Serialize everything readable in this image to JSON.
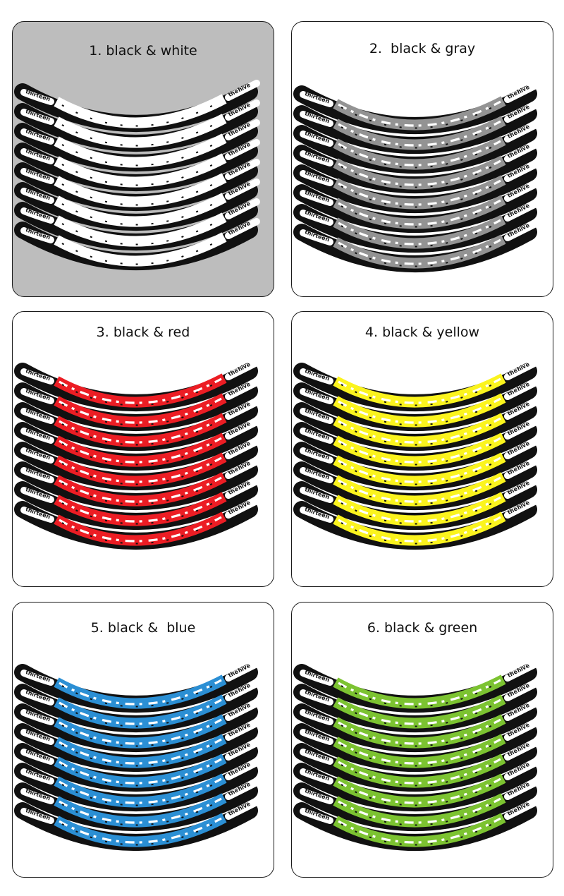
{
  "panels": [
    {
      "title": "1. black & white",
      "fill": "#ffffff",
      "background": "#bdbdbd",
      "strips": 8,
      "brand_text": "thirteen",
      "end_text": "thehive"
    },
    {
      "title": "2.  black & gray",
      "fill": "#939393",
      "background": "#ffffff",
      "strips": 8,
      "brand_text": "thirteen",
      "end_text": "thehive"
    },
    {
      "title": "3. black & red",
      "fill": "#ec1d24",
      "background": "#ffffff",
      "strips": 8,
      "brand_text": "thirteen",
      "end_text": "thehive"
    },
    {
      "title": "4. black & yellow",
      "fill": "#fbf41e",
      "background": "#ffffff",
      "strips": 8,
      "brand_text": "thirteen",
      "end_text": "thehive"
    },
    {
      "title": "5. black &  blue",
      "fill": "#2b8fd4",
      "background": "#ffffff",
      "strips": 8,
      "brand_text": "thirteen",
      "end_text": "thehive"
    },
    {
      "title": "6. black & green",
      "fill": "#7cc331",
      "background": "#ffffff",
      "strips": 8,
      "brand_text": "thirteen",
      "end_text": "thehive"
    }
  ]
}
